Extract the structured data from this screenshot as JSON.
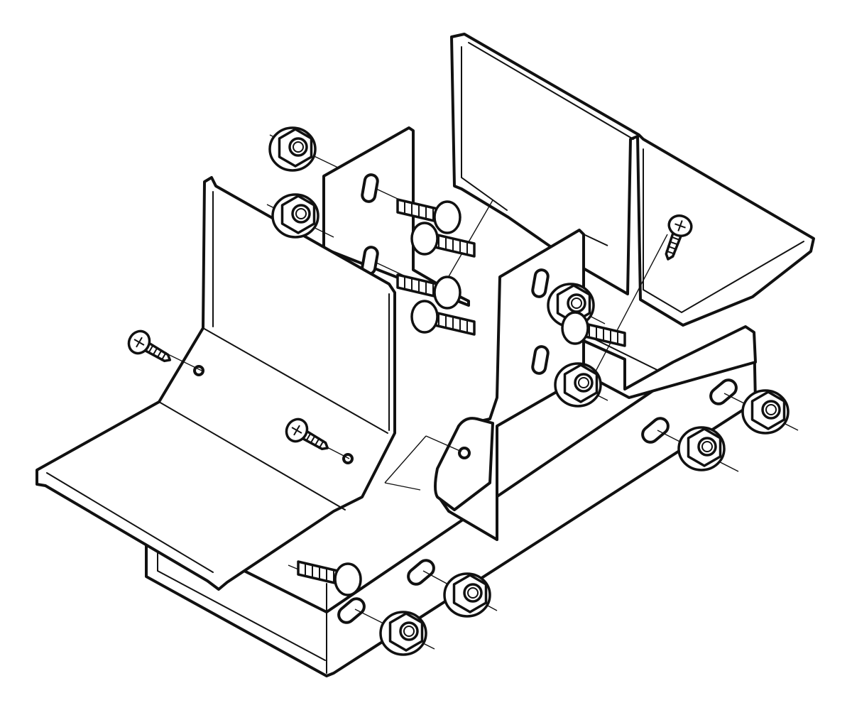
{
  "diagram": {
    "type": "exploded-assembly-illustration",
    "colors": {
      "line": "#111111",
      "paper": "#ffffff"
    },
    "parts": [
      {
        "id": "left-side-plate"
      },
      {
        "id": "inner-corner-fitting"
      },
      {
        "id": "bottom-channel"
      },
      {
        "id": "right-channel-wall"
      },
      {
        "id": "back-cover-plate"
      },
      {
        "id": "bent-cover"
      }
    ],
    "fasteners": {
      "flange_nuts": 8,
      "square_neck_bolts": 6,
      "pan_head_screws": 3
    }
  }
}
